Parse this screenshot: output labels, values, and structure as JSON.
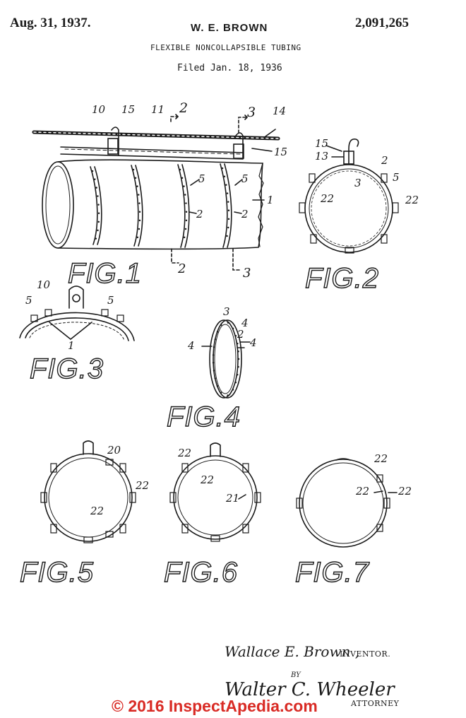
{
  "header": {
    "date": "Aug. 31, 1937.",
    "inventor": "W. E. BROWN",
    "patent_number": "2,091,265",
    "title": "FLEXIBLE NONCOLLAPSIBLE TUBING",
    "filed": "Filed Jan. 18, 1936"
  },
  "figures": {
    "fig1": "FIG.1",
    "fig2": "FIG.2",
    "fig3": "FIG.3",
    "fig4": "FIG.4",
    "fig5": "FIG.5",
    "fig6": "FIG.6",
    "fig7": "FIG.7"
  },
  "ref_numerals": {
    "fig1": [
      "10",
      "15",
      "11",
      "2",
      "3",
      "14",
      "15",
      "5",
      "5",
      "2",
      "2",
      "1",
      "2",
      "3"
    ],
    "fig2": [
      "15",
      "13",
      "2",
      "3",
      "5",
      "22",
      "22"
    ],
    "fig3": [
      "10",
      "5",
      "5",
      "1"
    ],
    "fig4": [
      "3",
      "4",
      "2",
      "4",
      "4"
    ],
    "fig5": [
      "20",
      "22",
      "22"
    ],
    "fig6": [
      "22",
      "22",
      "21"
    ],
    "fig7": [
      "22",
      "22",
      "22"
    ]
  },
  "signature": {
    "inventor_name": "Wallace E. Brown ,",
    "inventor_role": "INVENTOR.",
    "by": "BY",
    "attorney_name": "Walter C. Wheeler",
    "attorney_role": "ATTORNEY"
  },
  "watermark": "© 2016 InspectApedia.com"
}
